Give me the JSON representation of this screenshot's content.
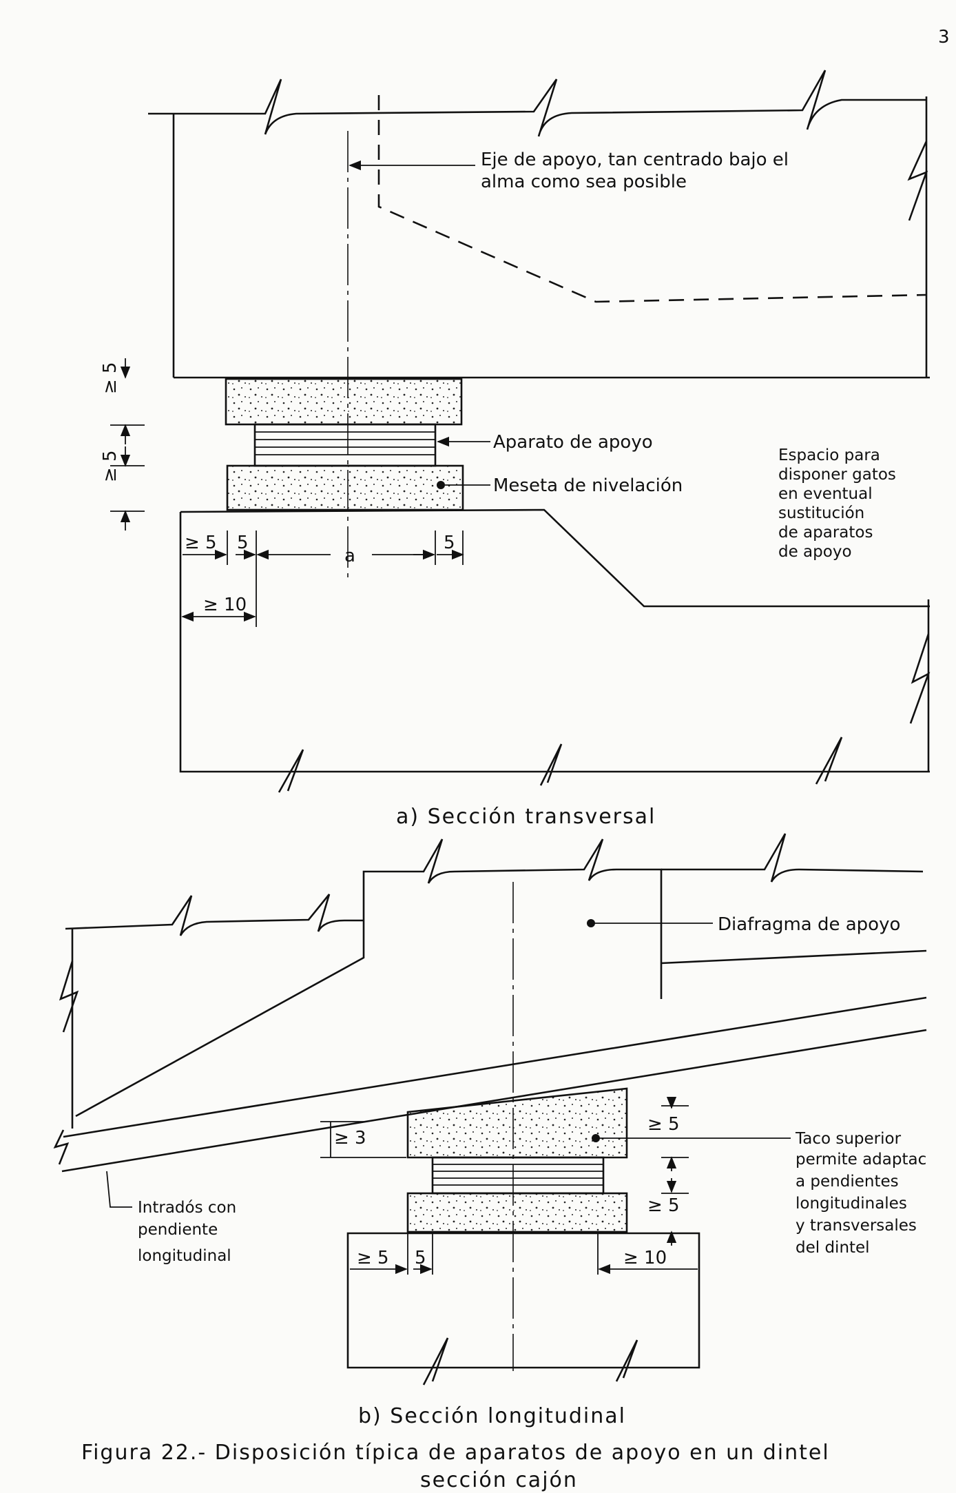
{
  "page_number": "3",
  "section_a": {
    "axis_note_line1": "Eje de apoyo, tan centrado bajo el",
    "axis_note_line2": "alma como sea posible",
    "dim_top": "≥ 5",
    "dim_bottom": "≥ 5",
    "bearing_label": "Aparato de apoyo",
    "plinth_label": "Meseta de nivelación",
    "space_note": [
      "Espacio para",
      "disponer gatos",
      "en eventual",
      "sustitución",
      "de aparatos",
      "de apoyo"
    ],
    "dim_left_5": "≥ 5",
    "dim_5": "5",
    "dim_a": "a",
    "dim_right_5": "5",
    "dim_10": "≥ 10",
    "caption": "a) Sección transversal"
  },
  "section_b": {
    "diaphragm_label": "Diafragma de apoyo",
    "dim_3": "≥ 3",
    "dim_top_5": "≥ 5",
    "dim_mid_5": "≥ 5",
    "top_block_note": [
      "Taco superior",
      "permite adaptac",
      "a pendientes",
      "longitudinales",
      "y transversales",
      "del dintel"
    ],
    "intrados_note": [
      "Intradós con",
      "pendiente",
      "longitudinal"
    ],
    "dim_left_5": "≥ 5",
    "dim_5": "5",
    "dim_10": "≥ 10",
    "caption": "b) Sección longitudinal"
  },
  "figure_title_line1": "Figura 22.- Disposición típica de aparatos de apoyo en un dintel",
  "figure_title_line2": "sección cajón"
}
